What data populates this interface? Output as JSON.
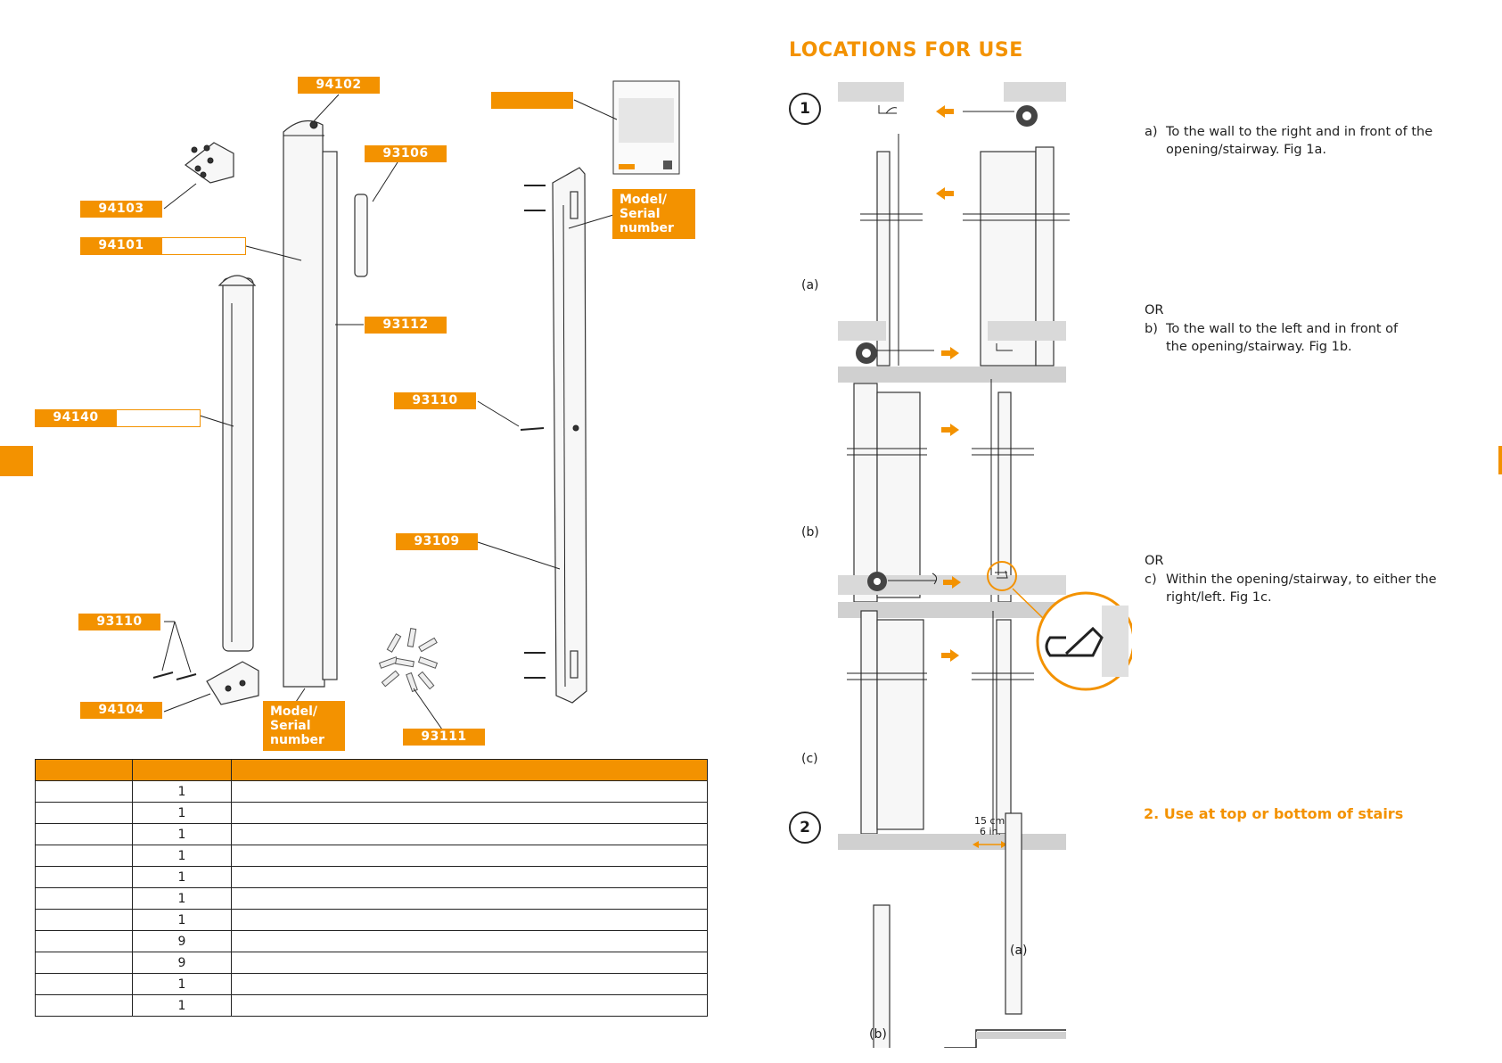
{
  "diagram": {
    "labels": {
      "p94102": "94102",
      "p93106": "93106",
      "p94103": "94103",
      "p94101": "94101",
      "p93112": "93112",
      "p94140": "94140",
      "p93110_right": "93110",
      "p93109": "93109",
      "p93110_left": "93110",
      "p94104": "94104",
      "p93111": "93111",
      "model_serial_1": [
        "Model/",
        "Serial",
        "number"
      ],
      "model_serial_2": [
        "Model/",
        "Serial",
        "number"
      ]
    }
  },
  "parts_table": {
    "quantities": [
      "1",
      "1",
      "1",
      "1",
      "1",
      "1",
      "1",
      "9",
      "9",
      "1",
      "1"
    ]
  },
  "locations": {
    "title": "LOCATIONS FOR USE",
    "step1": "1",
    "step2": "2",
    "fig_labels": {
      "a": "(a)",
      "b": "(b)",
      "c": "(c)",
      "stairs_a": "(a)",
      "stairs_b": "(b)"
    },
    "measure": {
      "cm": "15 cm",
      "in": "6 in."
    },
    "options": [
      {
        "letter": "a)",
        "text": "To the wall to the right and in front of the opening/stairway. Fig 1a."
      },
      {
        "letter": "b)",
        "text": "To the wall to the left and in front of the opening/stairway. Fig 1b."
      },
      {
        "letter": "c)",
        "text": "Within the opening/stairway, to either the right/left. Fig 1c."
      }
    ],
    "or_label": "OR",
    "section2": "2. Use at top or bottom of stairs"
  },
  "colors": {
    "accent": "#f39200",
    "wall": "#d9d9d9"
  }
}
